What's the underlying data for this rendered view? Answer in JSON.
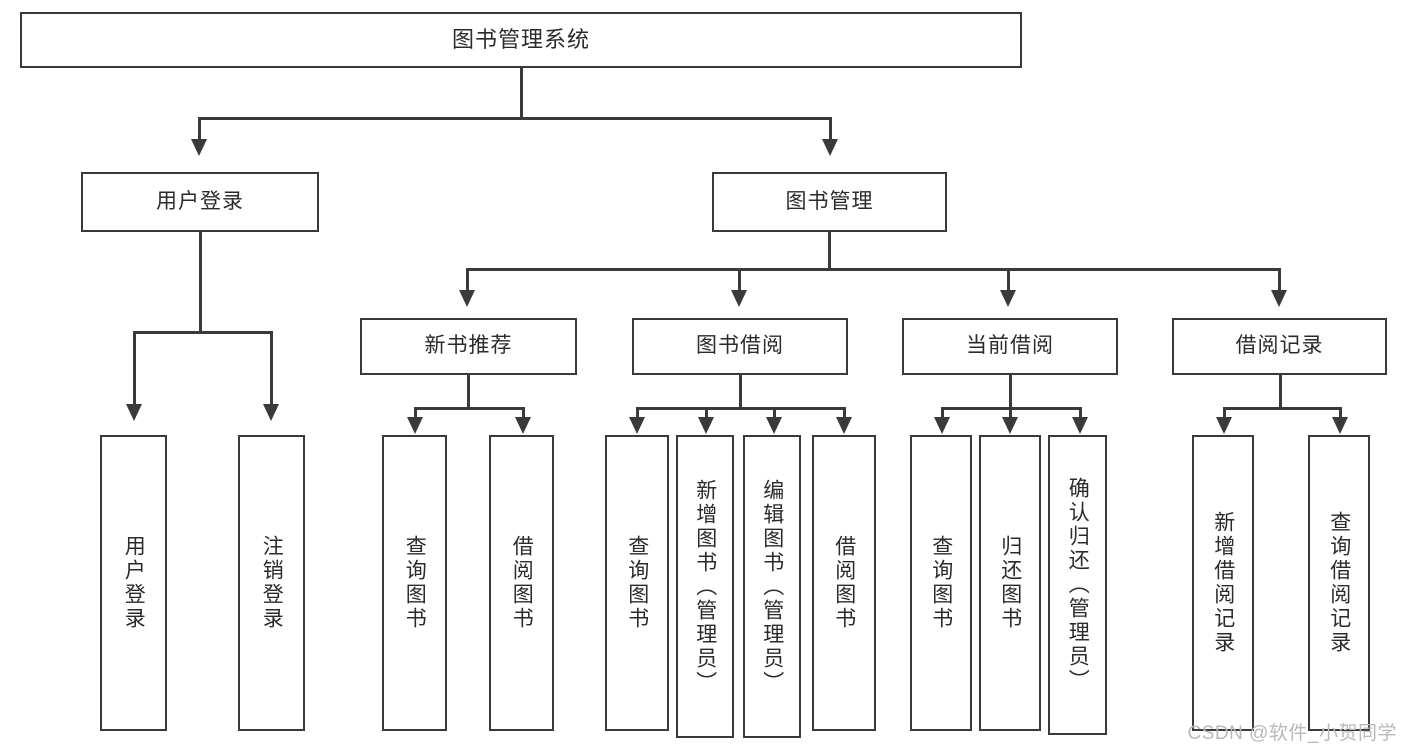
{
  "diagram": {
    "type": "tree",
    "title": "图书管理系统",
    "watermark": "CSDN @软件_小贺同学",
    "colors": {
      "stroke": "#3a3a3a",
      "fill": "#ffffff",
      "text": "#2b2b2b",
      "watermark": "#b9b9b9"
    },
    "nodes": {
      "root": {
        "label": "图书管理系统"
      },
      "level2": [
        {
          "id": "user-login",
          "label": "用户登录"
        },
        {
          "id": "book-manage",
          "label": "图书管理"
        }
      ],
      "level3": [
        {
          "id": "new-book-rec",
          "label": "新书推荐"
        },
        {
          "id": "book-borrow",
          "label": "图书借阅"
        },
        {
          "id": "current-borrow",
          "label": "当前借阅"
        },
        {
          "id": "borrow-record",
          "label": "借阅记录"
        }
      ],
      "leaves": {
        "user-login": [
          {
            "id": "leaf-user-login",
            "label": "用户登录"
          },
          {
            "id": "leaf-user-logout",
            "label": "注销登录"
          }
        ],
        "new-book-rec": [
          {
            "id": "leaf-query-book-1",
            "label": "查询图书"
          },
          {
            "id": "leaf-borrow-book-1",
            "label": "借阅图书"
          }
        ],
        "book-borrow": [
          {
            "id": "leaf-query-book-2",
            "label": "查询图书"
          },
          {
            "id": "leaf-add-book",
            "label": "新增图书（管理员）"
          },
          {
            "id": "leaf-edit-book",
            "label": "编辑图书（管理员）"
          },
          {
            "id": "leaf-borrow-book-2",
            "label": "借阅图书"
          }
        ],
        "current-borrow": [
          {
            "id": "leaf-query-book-3",
            "label": "查询图书"
          },
          {
            "id": "leaf-return-book",
            "label": "归还图书"
          },
          {
            "id": "leaf-confirm-return",
            "label": "确认归还（管理员）"
          }
        ],
        "borrow-record": [
          {
            "id": "leaf-add-record",
            "label": "新增借阅记录"
          },
          {
            "id": "leaf-query-record",
            "label": "查询借阅记录"
          }
        ]
      }
    }
  }
}
